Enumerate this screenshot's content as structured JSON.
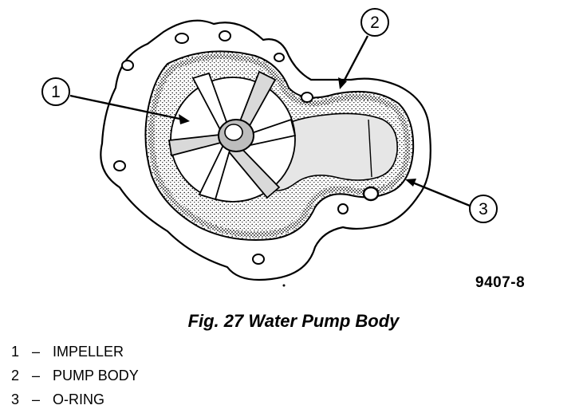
{
  "figure": {
    "code": "9407-8",
    "caption": "Fig. 27 Water Pump Body"
  },
  "callouts": [
    {
      "number": "1",
      "label": "IMPELLER"
    },
    {
      "number": "2",
      "label": "PUMP BODY"
    },
    {
      "number": "3",
      "label": "O-RING"
    }
  ],
  "legend_separator": "–"
}
